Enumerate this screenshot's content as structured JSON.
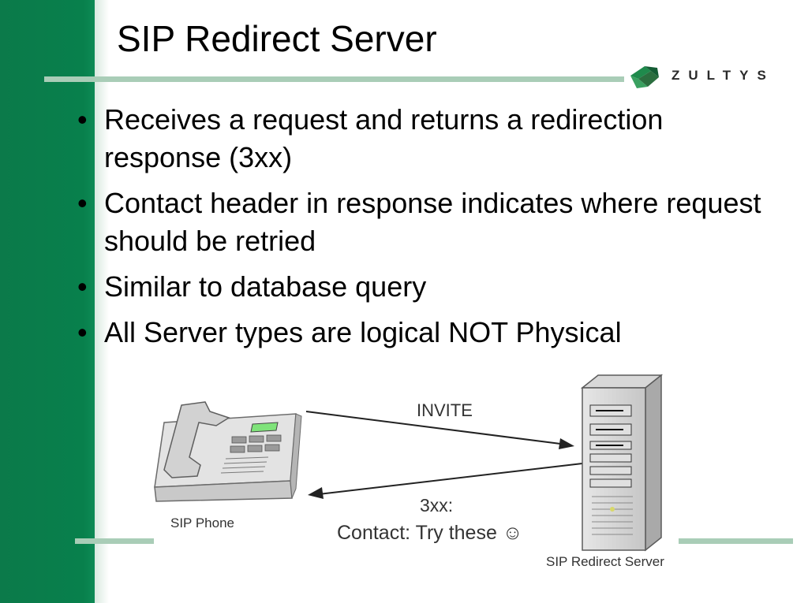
{
  "slide": {
    "title": "SIP Redirect Server",
    "logo_text": "ZULTYS",
    "bullet_symbol": "•",
    "bullets": [
      {
        "text": "Receives a request and returns a redirection response (3xx)"
      },
      {
        "text": "Contact header in response indicates where request should be retried"
      },
      {
        "text": "Similar to database query"
      },
      {
        "text": "All Server types are logical NOT Physical"
      }
    ]
  },
  "diagram": {
    "phone_label": "SIP Phone",
    "invite_label": "INVITE",
    "response_code": "3xx:",
    "contact_label": "Contact: Try these ☺",
    "server_label": "SIP Redirect Server"
  },
  "colors": {
    "brand_green": "#0b7a4a",
    "rule_green": "#a9cdb7"
  },
  "icons": [
    "zultys-logo-icon",
    "phone-icon",
    "server-icon",
    "arrow-right-icon",
    "arrow-left-icon"
  ]
}
